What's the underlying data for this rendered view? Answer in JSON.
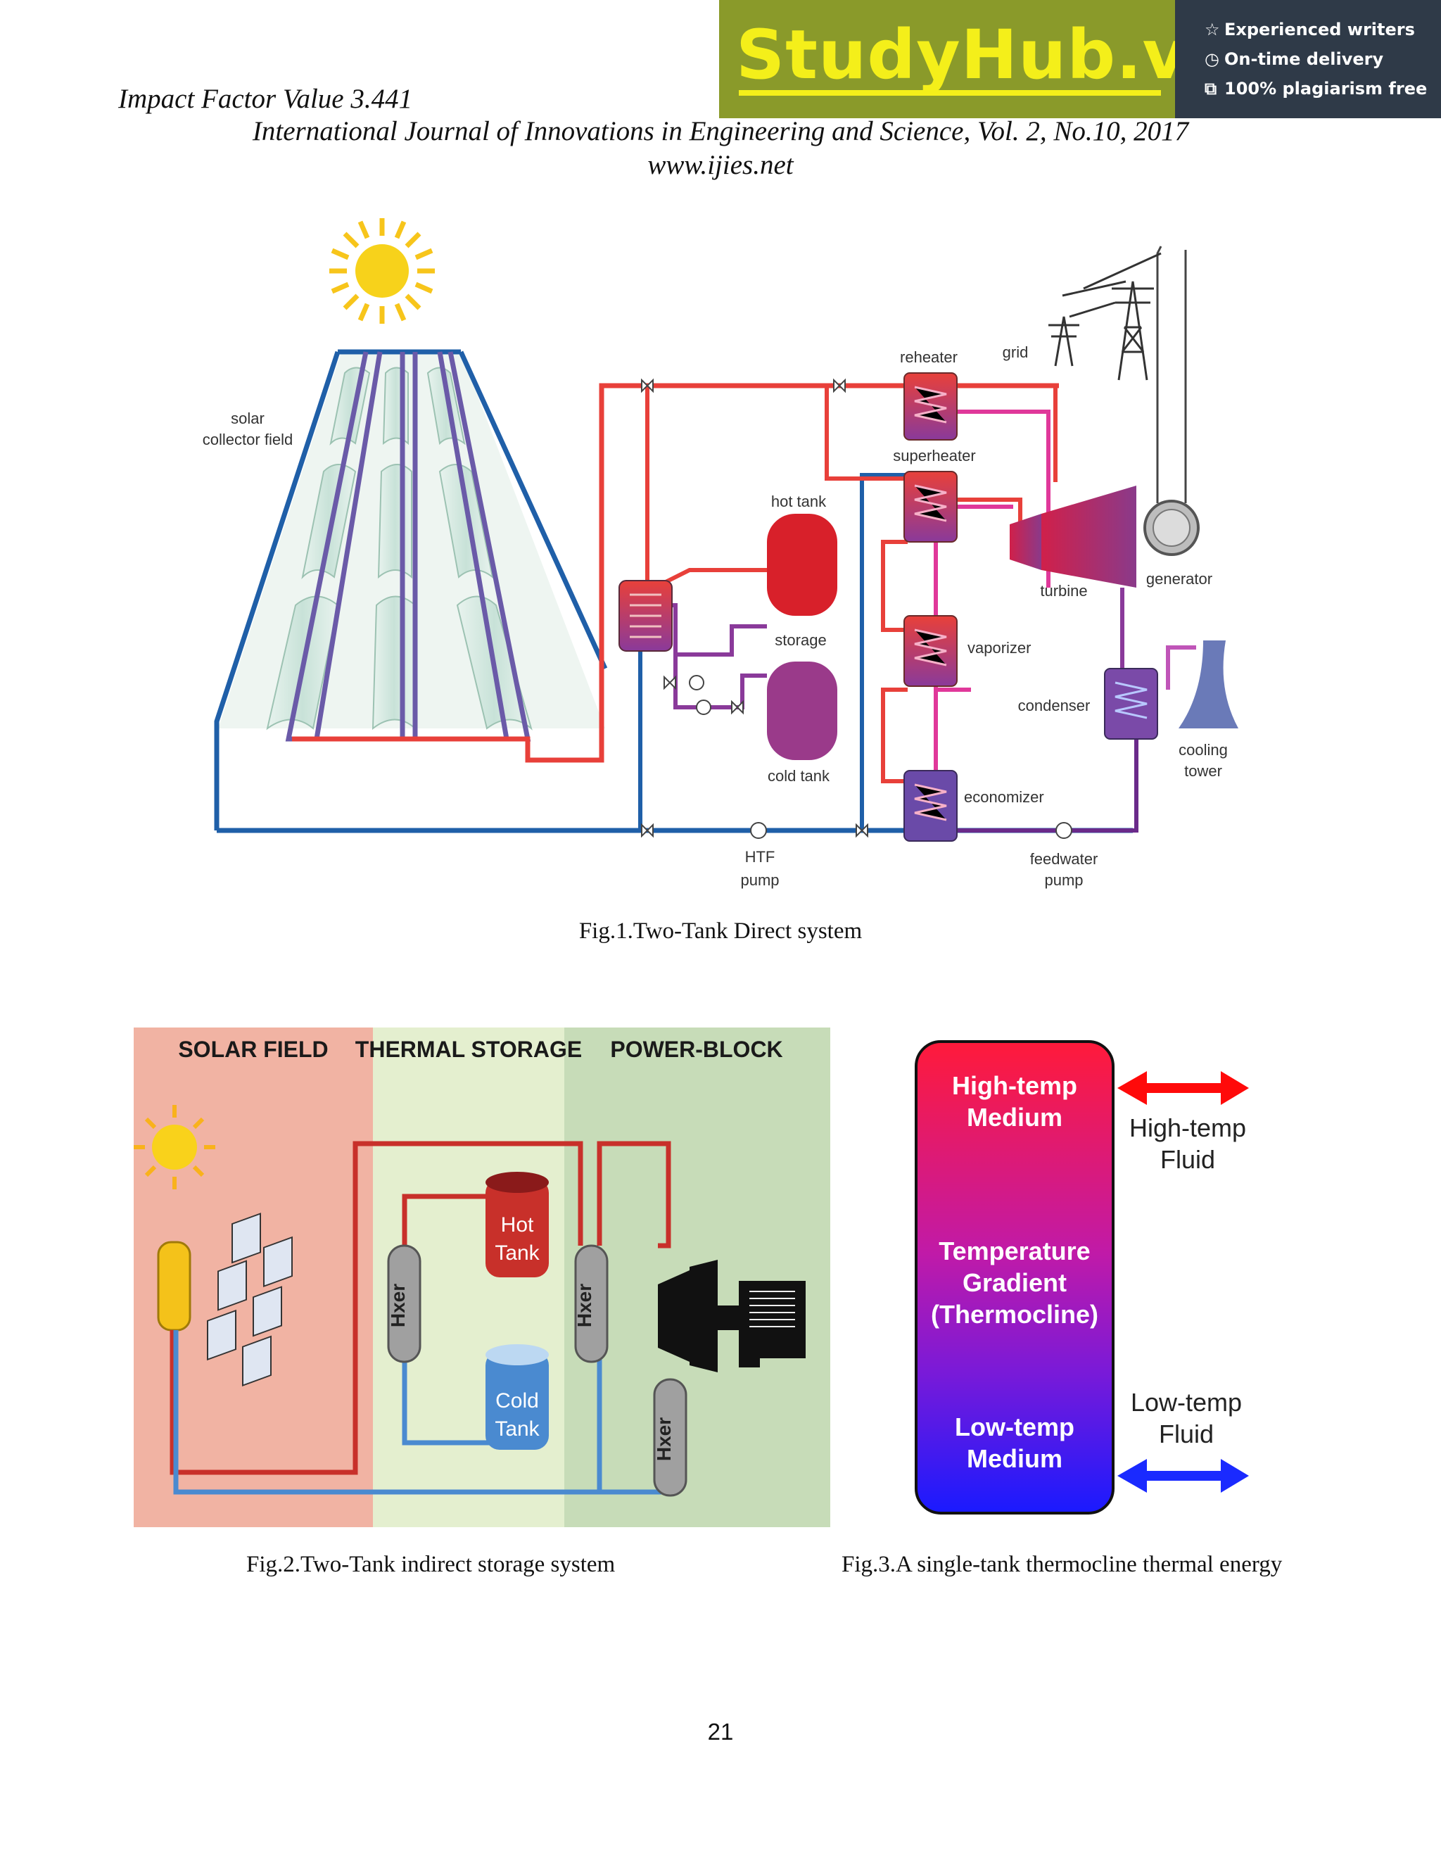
{
  "header": {
    "impact": "Impact Factor Value 3.441",
    "journal": "International Journal of Innovations in Engineering and Science, Vol. 2, No.10, 2017",
    "website": "www.ijies.net"
  },
  "banner": {
    "brand": "StudyHub.vip",
    "features": [
      "Experienced writers",
      "On-time delivery",
      "100% plagiarism free"
    ]
  },
  "fig1": {
    "labels": {
      "solar": "solar",
      "collector": "collector field",
      "reheater": "reheater",
      "grid": "grid",
      "superheater": "superheater",
      "hot_tank": "hot tank",
      "storage": "storage",
      "cold_tank": "cold tank",
      "turbine": "turbine",
      "generator": "generator",
      "vaporizer": "vaporizer",
      "condenser": "condenser",
      "cooling": "cooling",
      "tower": "tower",
      "economizer": "economizer",
      "htf": "HTF",
      "pump": "pump",
      "feedwater": "feedwater",
      "feedpump": "pump"
    },
    "caption": "Fig.1.Two-Tank Direct system"
  },
  "fig2": {
    "zones": [
      "SOLAR FIELD",
      "THERMAL STORAGE",
      "POWER-BLOCK"
    ],
    "hot": [
      "Hot",
      "Tank"
    ],
    "cold": [
      "Cold",
      "Tank"
    ],
    "hxer": "Hxer",
    "caption": "Fig.2.Two-Tank indirect storage system"
  },
  "fig3": {
    "high_medium": [
      "High-temp",
      "Medium"
    ],
    "gradient": [
      "Temperature",
      "Gradient",
      "(Thermocline)"
    ],
    "low_medium": [
      "Low-temp",
      "Medium"
    ],
    "high_fluid": [
      "High-temp",
      "Fluid"
    ],
    "low_fluid": [
      "Low-temp",
      "Fluid"
    ],
    "caption": "Fig.3.A single-tank thermocline thermal energy"
  },
  "page_number": "21",
  "colors": {
    "hot_pipe": "#e8403a",
    "cold_pipe": "#1f5fa8",
    "steam_pipe": "#e0389a",
    "banner_green": "#8a9a2a",
    "banner_yellow": "#f4ef1a"
  }
}
